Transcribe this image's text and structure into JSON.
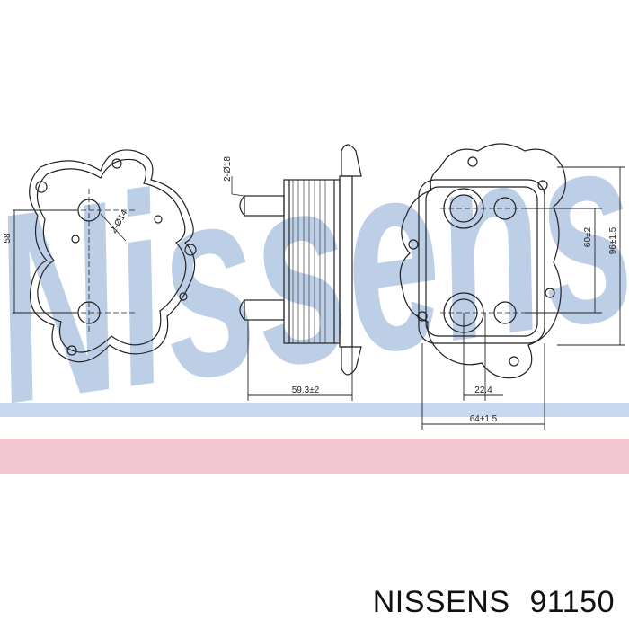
{
  "watermark": {
    "text": "Nissens",
    "color": "#a8bfe0"
  },
  "bands": {
    "blue": "#c8d8ee",
    "pink": "#f2c6d0"
  },
  "dimensions": {
    "left_height": "58",
    "left_bolt": "2-Ø14",
    "pipe_diameter": "2-Ø18",
    "side_width": "59.3±2",
    "port_spacing": "22.4",
    "bottom_width": "64±1.5",
    "inner_height": "60±2",
    "outer_height": "96±1.5"
  },
  "caption": {
    "brand": "NISSENS",
    "part_number": "91150"
  }
}
